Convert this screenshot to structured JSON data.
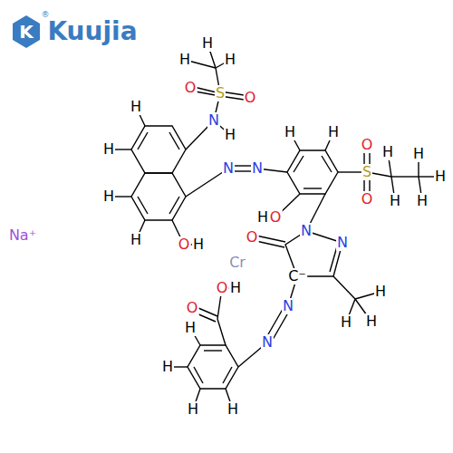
{
  "diagram": {
    "labels": [
      "K",
      "®",
      "Kuujia",
      "H",
      "H",
      "H",
      "S",
      "O",
      "O",
      "N",
      "H",
      "H",
      "H",
      "H",
      "H",
      "O",
      "H",
      "N",
      "N",
      "H",
      "H",
      "S",
      "O",
      "O",
      "H",
      "H",
      "H",
      "H",
      "H",
      "O",
      "H",
      "N",
      "N",
      "O",
      "C⁻",
      "Cr",
      "H",
      "H",
      "H",
      "N",
      "N",
      "O",
      "O",
      "H",
      "H",
      "H",
      "H",
      "H",
      "Na⁺"
    ]
  }
}
